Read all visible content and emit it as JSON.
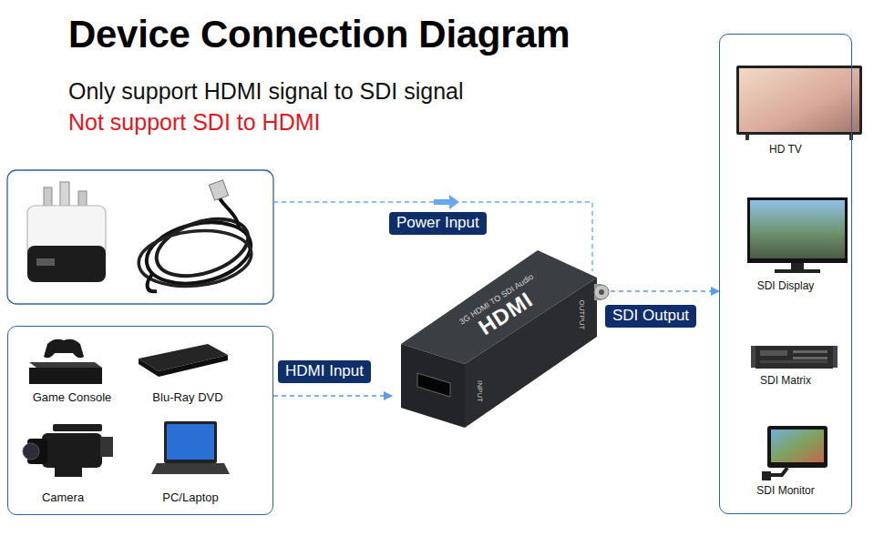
{
  "diagram": {
    "title": "Device Connection Diagram",
    "nodes": [
      {
        "text": [
          "Power Input"
        ]
      },
      {
        "text": [
          "Game Console",
          "Blu-Ray DVD",
          "Camera",
          "PC/Laptop"
        ]
      },
      {
        "text": [
          "HDMI Input"
        ]
      },
      {
        "text": [
          "3G HDMI TO SDI Audio",
          "HDMI",
          "INPUT",
          "OUTPUT"
        ]
      },
      {
        "text": [
          "SDI Output"
        ]
      },
      {
        "text": [
          "HD TV",
          "SDI Display",
          "SDI Matrix",
          "SDI Monitor"
        ]
      }
    ],
    "edges": [
      {
        "from": 1,
        "to": 3,
        "arrow": "to"
      },
      {
        "from": 3,
        "to": 5,
        "arrow": "to"
      }
    ],
    "labels": [
      "Only support HDMI signal to SDI signal",
      "Not support SDI to HDMI"
    ]
  }
}
